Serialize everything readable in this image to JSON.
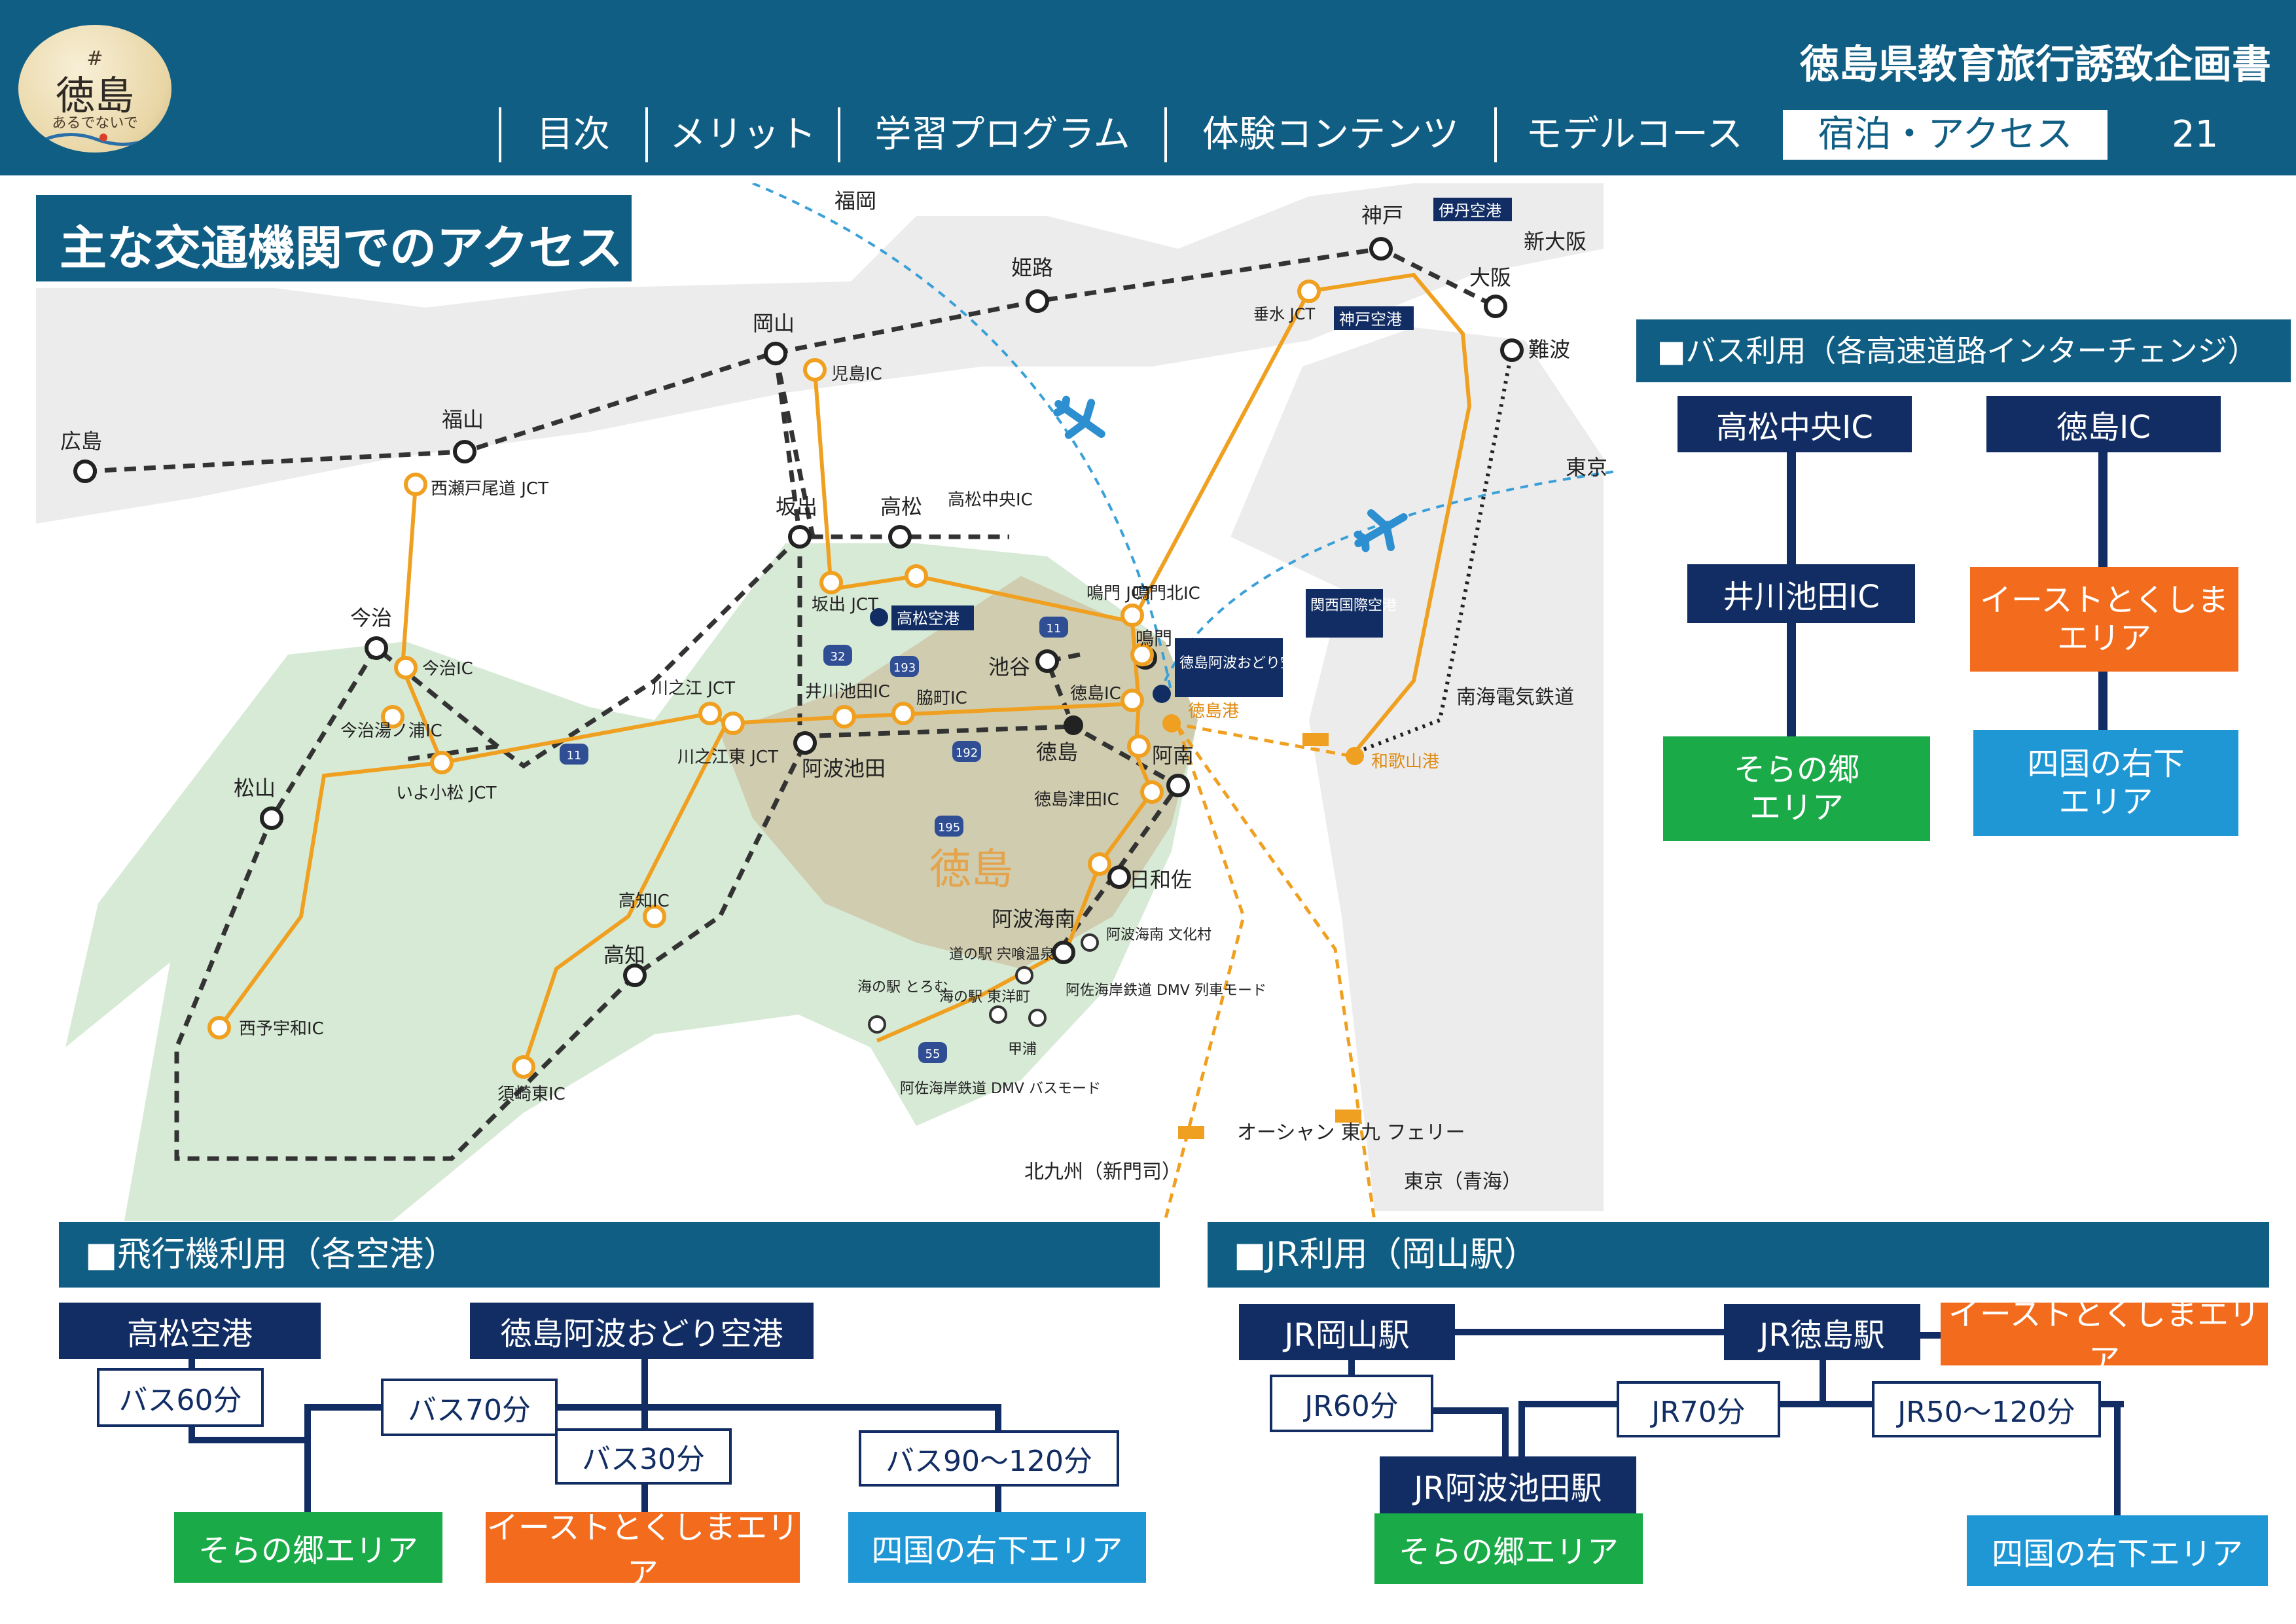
{
  "header": {
    "logo": {
      "hashtag": "#",
      "name": "徳島",
      "tagline": "あるでないで"
    },
    "doc_title": "徳島県教育旅行誘致企画書",
    "nav": [
      "目次",
      "メリット",
      "学習プログラム",
      "体験コンテンツ",
      "モデルコース",
      "宿泊・アクセス"
    ],
    "page_number": "21"
  },
  "map": {
    "title": "主な交通機関でのアクセス",
    "region_label": "徳島",
    "stations": [
      "福岡",
      "神戸",
      "伊丹空港",
      "新大阪",
      "姫路",
      "大阪",
      "垂水 JCT",
      "神戸空港",
      "岡山",
      "児島IC",
      "難波",
      "福山",
      "広島",
      "西瀬戸尾道 JCT",
      "東京",
      "坂出",
      "高松",
      "高松中央IC",
      "鳴門 JCT",
      "鳴門北IC",
      "関西国際空港",
      "坂出 JCT",
      "高松空港",
      "鳴門",
      "今治",
      "徳島阿波おどり空港",
      "池谷",
      "今治IC",
      "川之江 JCT",
      "井川池田IC",
      "脇町IC",
      "徳島IC",
      "南海電気鉄道",
      "徳島港",
      "今治湯ノ浦IC",
      "川之江東 JCT",
      "阿波池田",
      "徳島",
      "阿南",
      "和歌山港",
      "いよ小松 JCT",
      "松山",
      "徳島津田IC",
      "日和佐",
      "高知IC",
      "阿波海南",
      "阿波海南 文化村",
      "高知",
      "道の駅 宍喰温泉",
      "海の駅 とろむ",
      "海の駅 東洋町",
      "阿佐海岸鉄道 DMV 列車モード",
      "甲浦",
      "西予宇和IC",
      "須崎東IC",
      "阿佐海岸鉄道 DMV バスモード",
      "オーシャン 東九 フェリー",
      "北九州（新門司）",
      "東京（青海）"
    ],
    "route_numbers": [
      "11",
      "32",
      "193",
      "11",
      "192",
      "195",
      "55"
    ]
  },
  "bus": {
    "heading": "■バス利用（各高速道路インターチェンジ）",
    "col1": {
      "top": "高松中央IC",
      "mid": "井川池田IC",
      "area": "そらの郷\nエリア"
    },
    "col2": {
      "top": "徳島IC",
      "mid": "イーストとくしま\nエリア",
      "area": "四国の右下\nエリア"
    }
  },
  "air": {
    "heading": "■飛行機利用（各空港）",
    "airport1": "高松空港",
    "airport2": "徳島阿波おどり空港",
    "t1": "バス60分",
    "t2": "バス70分",
    "t3": "バス30分",
    "t4": "バス90～120分",
    "area1": "そらの郷エリア",
    "area2": "イーストとくしまエリア",
    "area3": "四国の右下エリア"
  },
  "jr": {
    "heading": "■JR利用（岡山駅）",
    "okayama": "JR岡山駅",
    "tokushima": "JR徳島駅",
    "east": "イーストとくしまエリア",
    "t1": "JR60分",
    "t2": "JR70分",
    "t3": "JR50～120分",
    "ikeda": "JR阿波池田駅",
    "area1": "そらの郷エリア",
    "area2": "四国の右下エリア"
  },
  "colors": {
    "header": "#105e84",
    "navy": "#112d63",
    "green": "#1aaa48",
    "orange": "#f36b1c",
    "blue": "#1f97d4",
    "highway": "#f0a020"
  }
}
